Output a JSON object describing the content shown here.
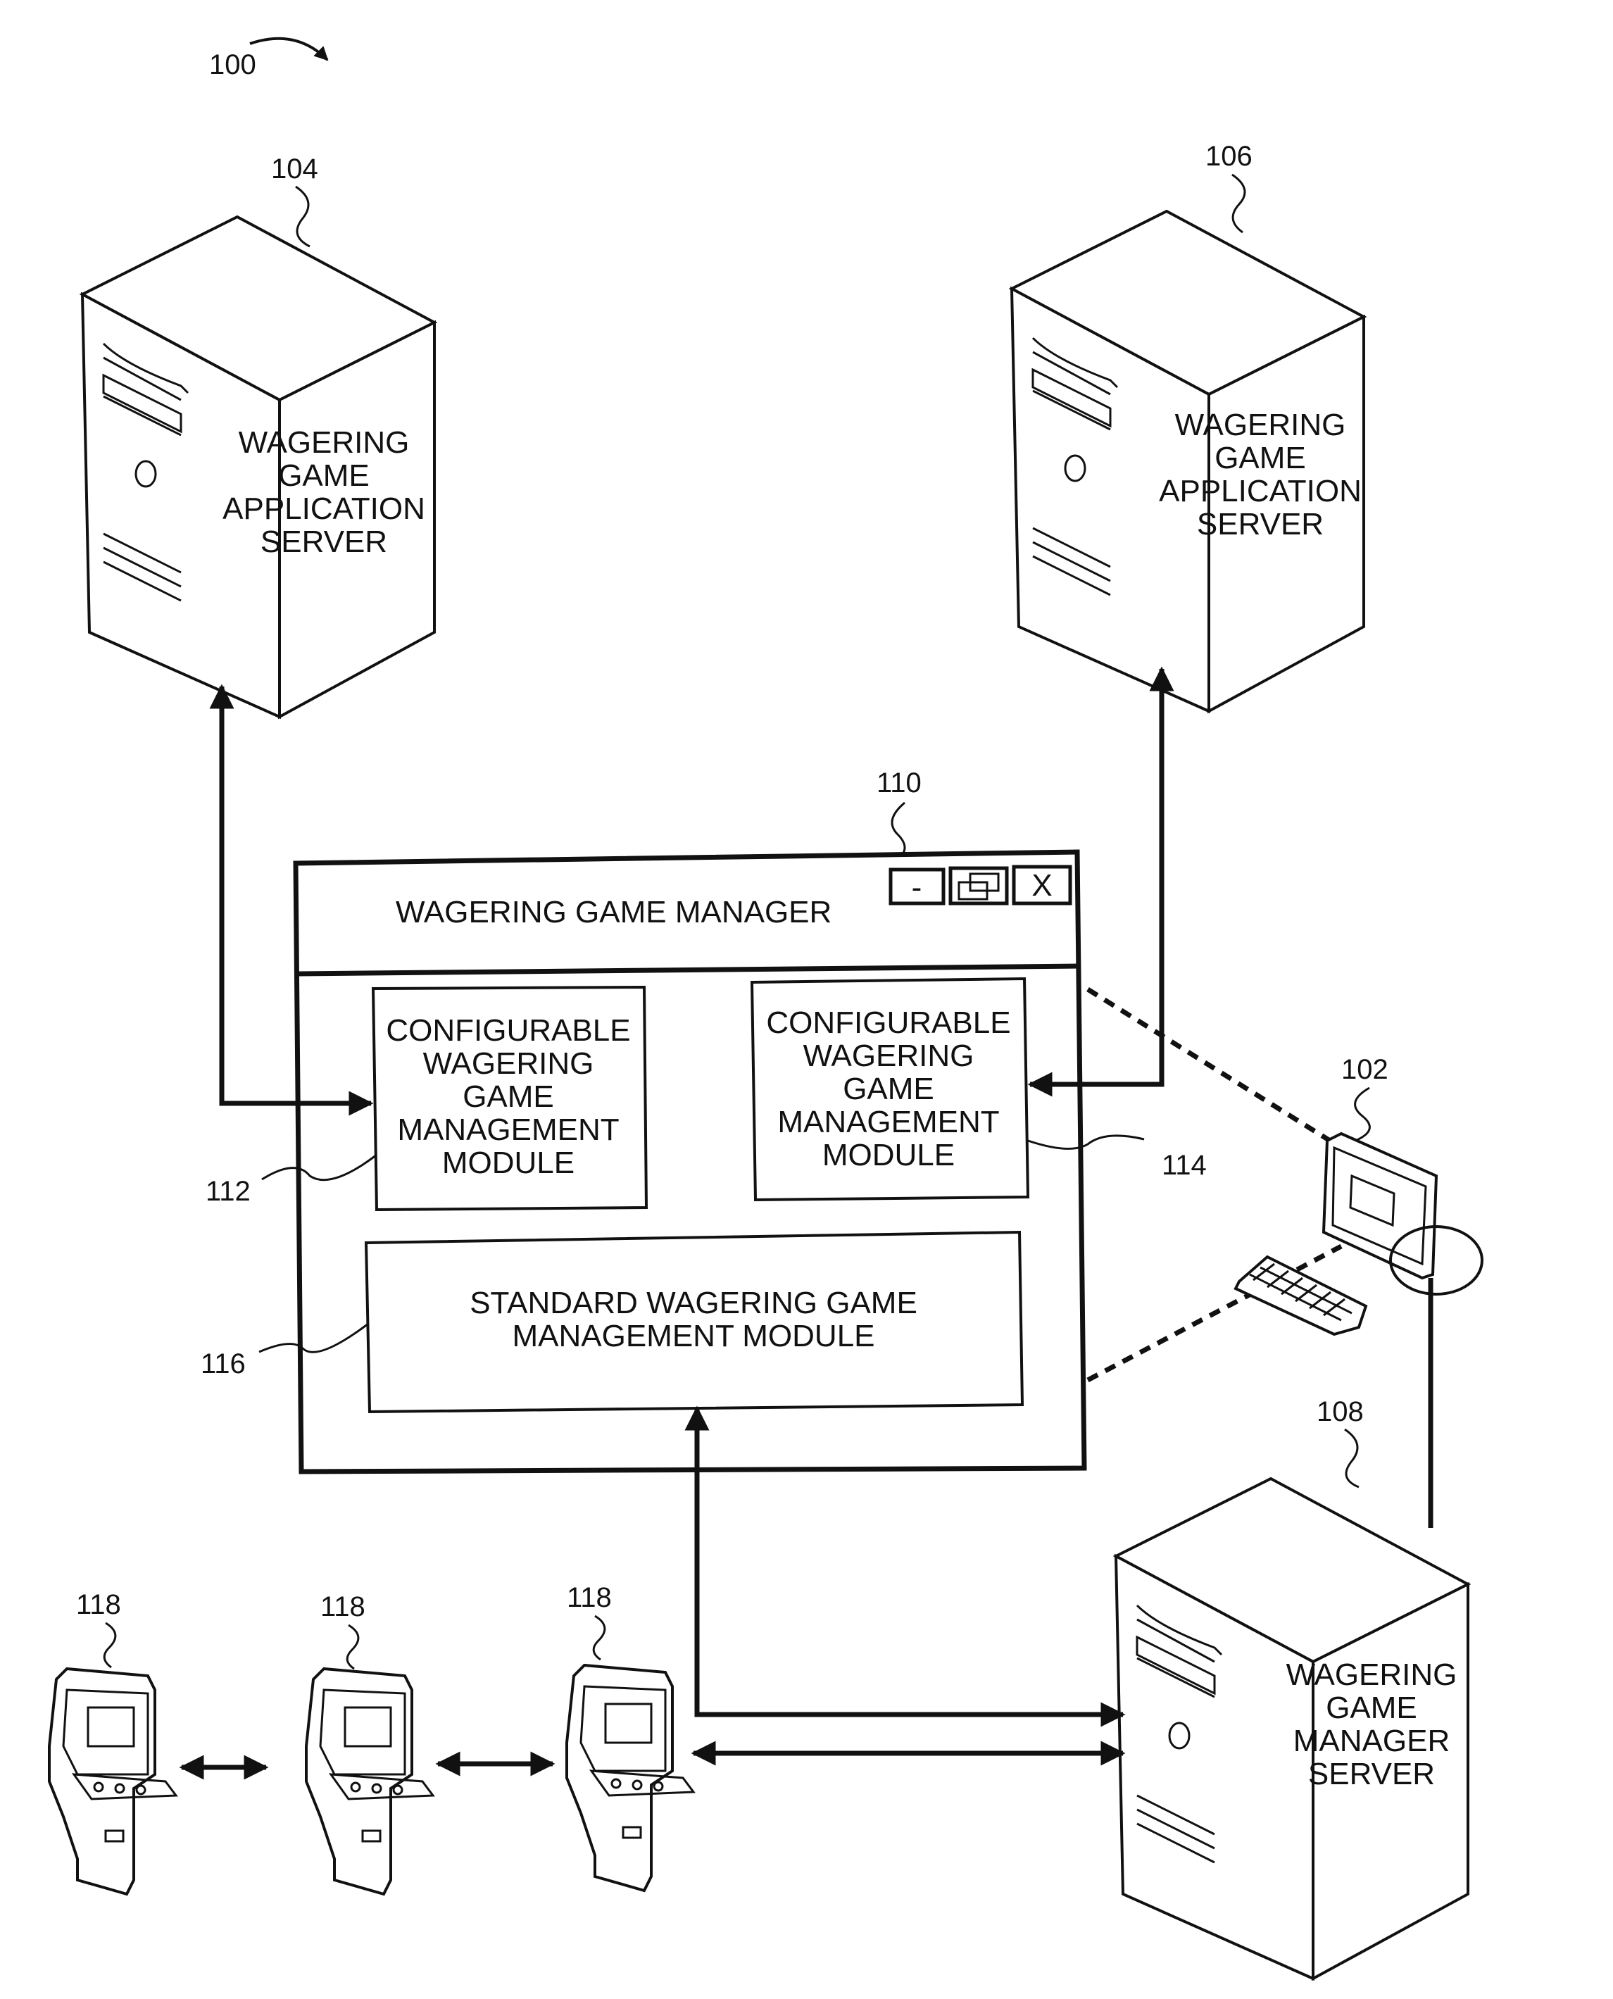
{
  "figure_ref": "100",
  "servers": {
    "left": {
      "ref": "104",
      "label": [
        "WAGERING",
        "GAME",
        "APPLICATION",
        "SERVER"
      ]
    },
    "right": {
      "ref": "106",
      "label": [
        "WAGERING",
        "GAME",
        "APPLICATION",
        "SERVER"
      ]
    },
    "manager": {
      "ref": "108",
      "label": [
        "WAGERING",
        "GAME",
        "MANAGER",
        "SERVER"
      ]
    }
  },
  "window": {
    "ref": "110",
    "title": "WAGERING GAME MANAGER",
    "minimize_label": "-",
    "close_label": "X"
  },
  "modules": {
    "left": {
      "ref": "112",
      "label": [
        "CONFIGURABLE",
        "WAGERING",
        "GAME",
        "MANAGEMENT",
        "MODULE"
      ]
    },
    "right": {
      "ref": "114",
      "label": [
        "CONFIGURABLE",
        "WAGERING",
        "GAME",
        "MANAGEMENT",
        "MODULE"
      ]
    },
    "standard": {
      "ref": "116",
      "label": [
        "STANDARD WAGERING GAME",
        "MANAGEMENT MODULE"
      ]
    }
  },
  "workstation": {
    "ref": "102"
  },
  "machines": [
    {
      "ref": "118"
    },
    {
      "ref": "118"
    },
    {
      "ref": "118"
    }
  ],
  "colors": {
    "ink": "#111111",
    "paper": "#ffffff"
  }
}
